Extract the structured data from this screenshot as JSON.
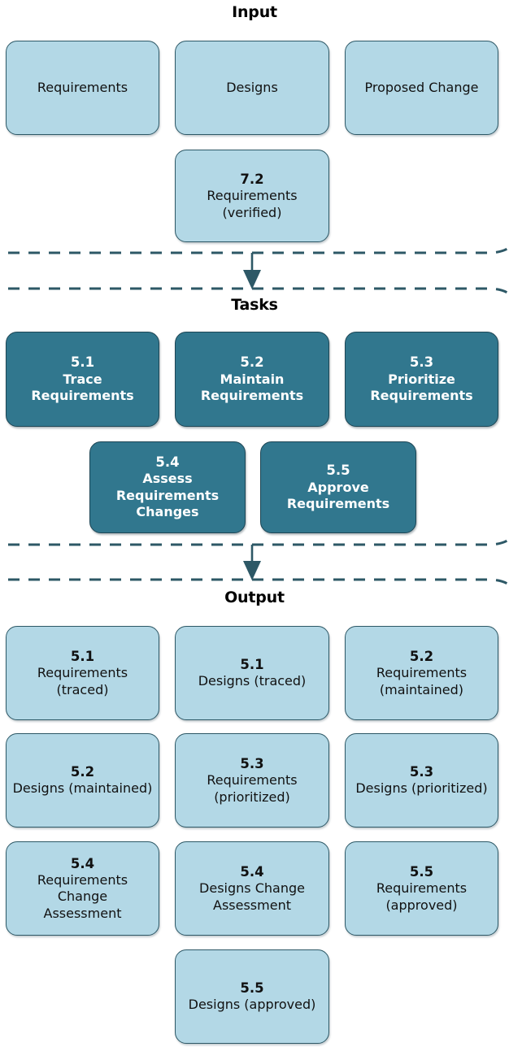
{
  "diagram": {
    "title_input": "Input",
    "title_tasks": "Tasks",
    "title_output": "Output",
    "colors": {
      "light_fill": "#b3d8e6",
      "light_border": "#2d5866",
      "dark_fill": "#31778e",
      "dark_border": "#1d4655",
      "dashed_line": "#2d5866",
      "text_dark": "#111111",
      "text_light": "#ffffff"
    },
    "flow_arrows": [
      {
        "name": "input-to-tasks-arrow"
      },
      {
        "name": "tasks-to-output-arrow"
      }
    ],
    "sections": {
      "input": {
        "heading": "Input",
        "nodes": [
          {
            "num": "",
            "lines": [
              "Requirements"
            ]
          },
          {
            "num": "",
            "lines": [
              "Designs"
            ]
          },
          {
            "num": "",
            "lines": [
              "Proposed Change"
            ]
          },
          {
            "num": "7.2",
            "lines": [
              "Requirements",
              "(verified)"
            ]
          }
        ]
      },
      "tasks": {
        "heading": "Tasks",
        "nodes": [
          {
            "num": "5.1",
            "lines": [
              "Trace",
              "Requirements"
            ]
          },
          {
            "num": "5.2",
            "lines": [
              "Maintain",
              "Requirements"
            ]
          },
          {
            "num": "5.3",
            "lines": [
              "Prioritize",
              "Requirements"
            ]
          },
          {
            "num": "5.4",
            "lines": [
              "Assess",
              "Requirements",
              "Changes"
            ]
          },
          {
            "num": "5.5",
            "lines": [
              "Approve",
              "Requirements"
            ]
          }
        ]
      },
      "output": {
        "heading": "Output",
        "nodes": [
          {
            "num": "5.1",
            "lines": [
              "Requirements (traced)"
            ]
          },
          {
            "num": "5.1",
            "lines": [
              "Designs (traced)"
            ]
          },
          {
            "num": "5.2",
            "lines": [
              "Requirements",
              "(maintained)"
            ]
          },
          {
            "num": "5.2",
            "lines": [
              "Designs (maintained)"
            ]
          },
          {
            "num": "5.3",
            "lines": [
              "Requirements",
              "(prioritized)"
            ]
          },
          {
            "num": "5.3",
            "lines": [
              "Designs (prioritized)"
            ]
          },
          {
            "num": "5.4",
            "lines": [
              "Requirements Change",
              "Assessment"
            ]
          },
          {
            "num": "5.4",
            "lines": [
              "Designs Change",
              "Assessment"
            ]
          },
          {
            "num": "5.5",
            "lines": [
              "Requirements",
              "(approved)"
            ]
          },
          {
            "num": "5.5",
            "lines": [
              "Designs (approved)"
            ]
          }
        ]
      }
    }
  }
}
